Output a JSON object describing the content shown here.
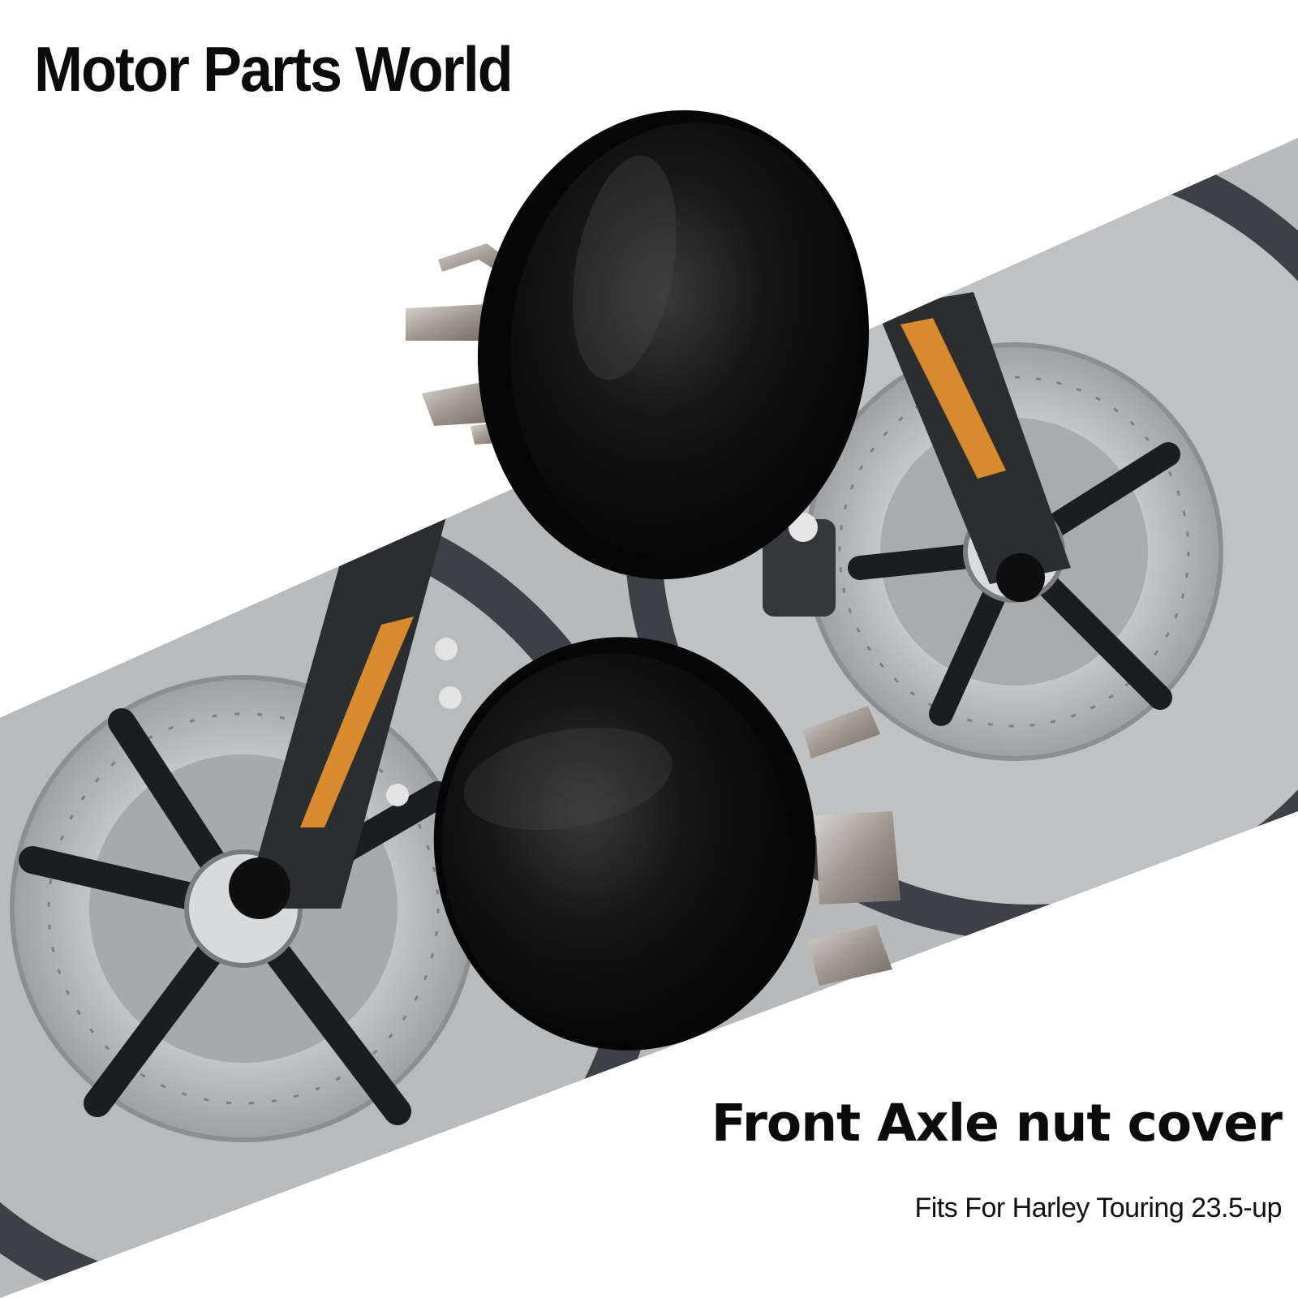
{
  "brand": {
    "name": "Motor Parts World"
  },
  "product": {
    "title": "Front Axle nut cover",
    "subtitle": "Fits For Harley Touring 23.5-up",
    "finish_color": "#0d0d0d"
  },
  "colors": {
    "background": "#ffffff",
    "reflector": "#d98a2c",
    "fork": "#2b2d31",
    "rotor": "#b9bbbd"
  }
}
